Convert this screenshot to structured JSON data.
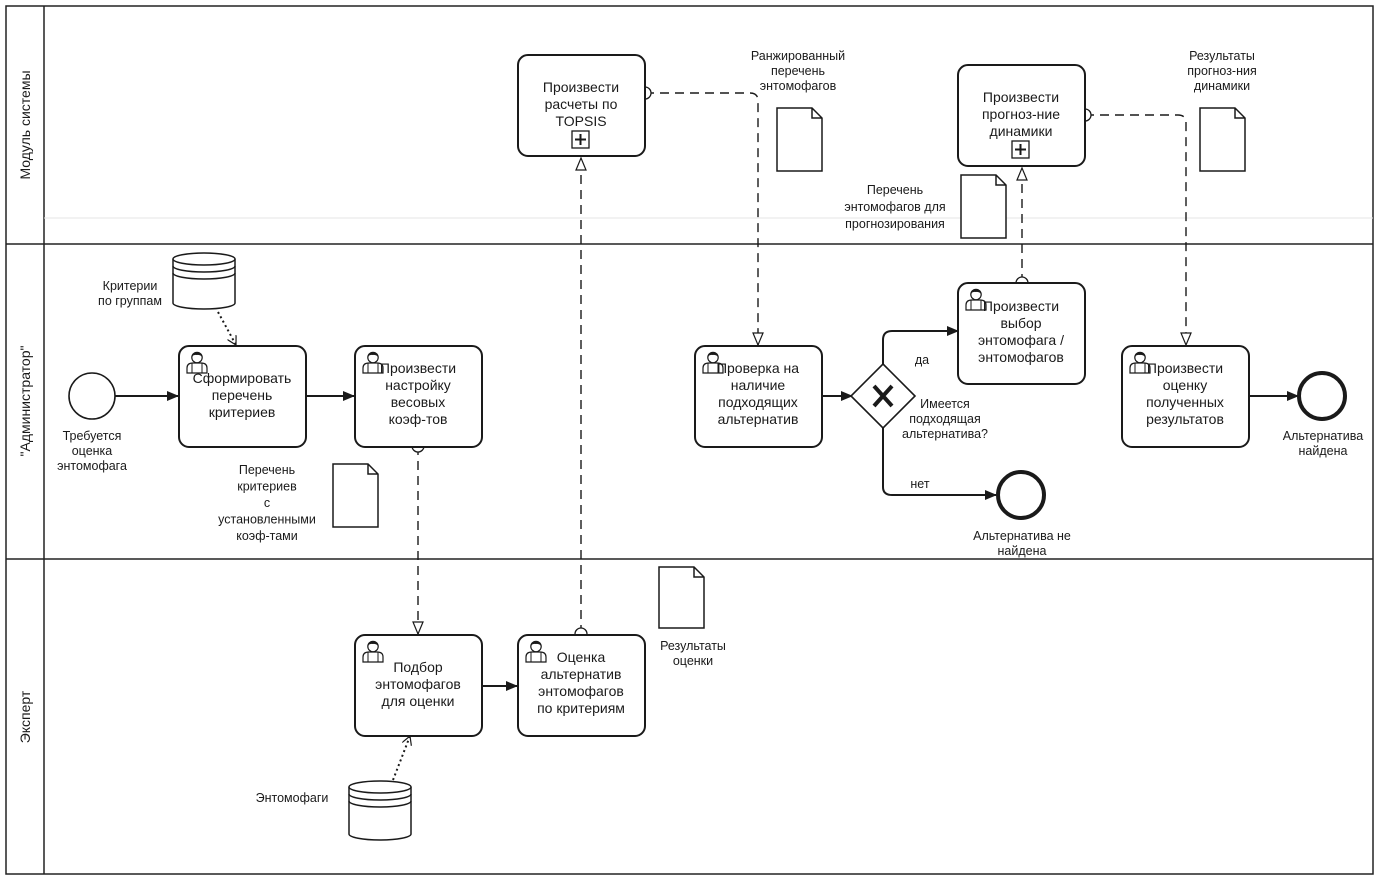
{
  "lanes": {
    "system": "Модуль системы",
    "admin": "\"Администратор\"",
    "expert": "Эксперт"
  },
  "tasks": {
    "form_list": [
      "Сформировать",
      "перечень",
      "критериев"
    ],
    "configure_weights": [
      "Произвести",
      "настройку",
      "весовых",
      "коэф-тов"
    ],
    "select_entomophages": [
      "Подбор",
      "энтомофагов",
      "для оценки"
    ],
    "evaluate_alternatives": [
      "Оценка",
      "альтернатив",
      "энтомофагов",
      "по критериям"
    ],
    "topsis": [
      "Произвести",
      "расчеты по",
      "TOPSIS"
    ],
    "check_alternatives": [
      "Проверка на",
      "наличие",
      "подходящих",
      "альтернатив"
    ],
    "choose_entomophage": [
      "Произвести",
      "выбор",
      "энтомофага /",
      "энтомофагов"
    ],
    "forecast_dynamics": [
      "Произвести",
      "прогноз-ние",
      "динамики"
    ],
    "assess_results": [
      "Произвести",
      "оценку",
      "полученных",
      "результатов"
    ]
  },
  "events": {
    "start": [
      "Требуется",
      "оценка",
      "энтомофага"
    ],
    "end_found": [
      "Альтернатива",
      "найдена"
    ],
    "end_not_found": [
      "Альтернатива не",
      "найдена"
    ]
  },
  "gateway": {
    "question": [
      "Имеется",
      "подходящая",
      "альтернатива?"
    ],
    "yes": "да",
    "no": "нет"
  },
  "data_stores": {
    "criteria": [
      "Критерии",
      "по группам"
    ],
    "entomophages": "Энтомофаги"
  },
  "data_objects": {
    "criteria_list": [
      "Перечень",
      "критериев",
      "с",
      "установленными",
      "коэф-тами"
    ],
    "eval_results": [
      "Результаты",
      "оценки"
    ],
    "ranked_list": [
      "Ранжированный",
      "перечень",
      "энтомофагов"
    ],
    "forecast_list": [
      "Перечень",
      "энтомофагов для",
      "прогнозирования"
    ],
    "forecast_results": [
      "Результаты",
      "прогноз-ния",
      "динамики"
    ]
  },
  "colors": {
    "stroke": "#1a1a1a",
    "fill": "#ffffff",
    "lane_line": "#222222"
  }
}
